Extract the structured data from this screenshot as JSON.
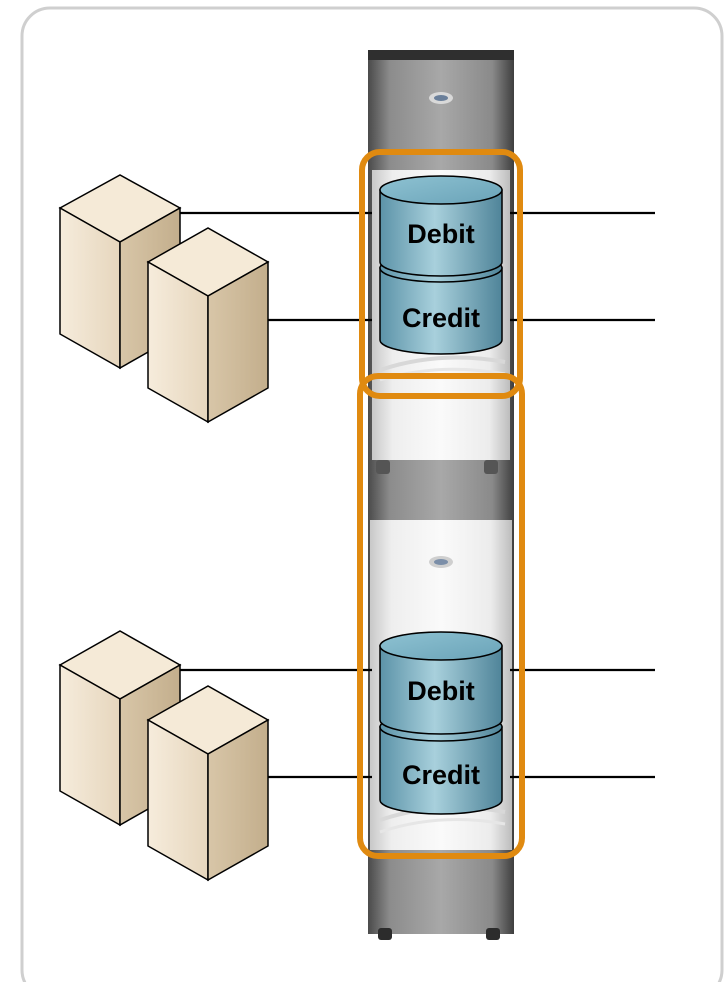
{
  "diagram": {
    "upper_database": {
      "segments": [
        {
          "label": "Debit"
        },
        {
          "label": "Credit"
        }
      ]
    },
    "lower_database": {
      "segments": [
        {
          "label": "Debit"
        },
        {
          "label": "Credit"
        }
      ]
    }
  },
  "colors": {
    "frame_border": "#cfcfcf",
    "highlight": "#e08a10",
    "database_fill": "#6aa3b8",
    "server_fill": "#efe3cf",
    "connector": "#000000"
  },
  "icons": {
    "client_servers": "tower-server-icon",
    "rack": "server-rack-icon"
  }
}
